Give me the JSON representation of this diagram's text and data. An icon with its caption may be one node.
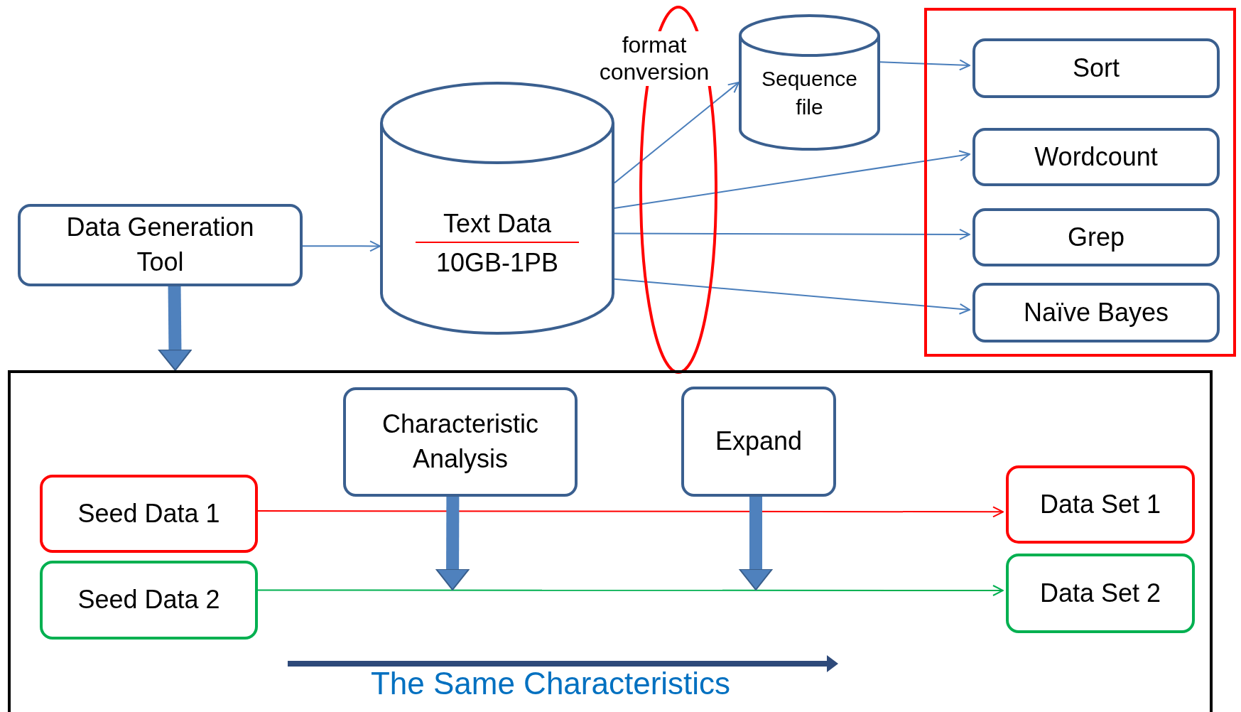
{
  "diagram": {
    "nodes": [
      {
        "text": [
          "Data Generation Tool"
        ]
      },
      {
        "text": [
          "Text Data",
          "10GB-1PB"
        ]
      },
      {
        "text": [
          "Sequence file"
        ]
      },
      {
        "text": [],
        "shape": "box"
      },
      {
        "text": [
          "Sort"
        ],
        "in": 3
      },
      {
        "text": [
          "Wordcount"
        ],
        "in": 3
      },
      {
        "text": [
          "Grep"
        ],
        "in": 3
      },
      {
        "text": [
          "Naïve Bayes"
        ],
        "in": 3
      },
      {
        "text": [],
        "shape": "box"
      },
      {
        "text": [
          "Characteristic Analysis"
        ],
        "in": 8
      },
      {
        "text": [
          "Expand"
        ],
        "in": 8
      },
      {
        "text": [
          "Seed Data 1"
        ],
        "in": 8
      },
      {
        "text": [
          "Seed Data 2"
        ],
        "in": 8
      },
      {
        "text": [
          "Data Set 1"
        ],
        "in": 8
      },
      {
        "text": [
          "Data Set 2"
        ],
        "in": 8
      }
    ],
    "edges": [
      {
        "from": 0,
        "to": 1,
        "arrow": "to"
      },
      {
        "from": 1,
        "to": 2,
        "arrow": "to"
      },
      {
        "from": 2,
        "to": 4,
        "arrow": "to"
      },
      {
        "from": 1,
        "to": 5,
        "arrow": "to"
      },
      {
        "from": 1,
        "to": 6,
        "arrow": "to"
      },
      {
        "from": 1,
        "to": 7,
        "arrow": "to"
      },
      {
        "from": 11,
        "to": 13,
        "arrow": "to",
        "color": "#ff0000"
      },
      {
        "from": 12,
        "to": 14,
        "arrow": "to",
        "color": "#00b050"
      },
      {
        "from": 0,
        "to": 8,
        "arrow": "to",
        "style": "thick"
      },
      {
        "from": 9,
        "to": null,
        "arrow": "to",
        "style": "thick"
      },
      {
        "from": 10,
        "to": null,
        "arrow": "to",
        "style": "thick"
      }
    ],
    "labels": [
      "format conversion",
      "The Same Characteristics"
    ]
  }
}
